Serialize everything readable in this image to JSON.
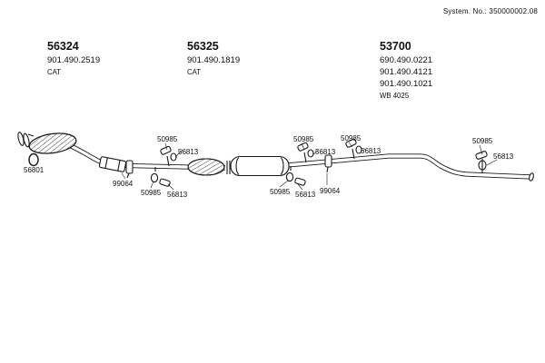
{
  "header": {
    "system_no": "System. No.: 350000002.08"
  },
  "part_groups": [
    {
      "id": "56324",
      "lines": [
        "901.490.2519",
        "CAT"
      ]
    },
    {
      "id": "56325",
      "lines": [
        "901.490.1819",
        "CAT"
      ]
    },
    {
      "id": "53700",
      "lines": [
        "690.490.0221",
        "901.490.4121",
        "901.490.1021",
        "WB 4025"
      ]
    }
  ],
  "callouts": [
    {
      "label": "56801"
    },
    {
      "label": "99064"
    },
    {
      "label": "50985"
    },
    {
      "label": "56813"
    },
    {
      "label": "50985"
    },
    {
      "label": "56813"
    },
    {
      "label": "50985"
    },
    {
      "label": "56813"
    },
    {
      "label": "50985"
    },
    {
      "label": "56813"
    },
    {
      "label": "99064"
    },
    {
      "label": "50985"
    },
    {
      "label": "56813"
    },
    {
      "label": "50985"
    },
    {
      "label": "56813"
    }
  ],
  "colors": {
    "ink": "#1a1a1a",
    "background": "#ffffff"
  }
}
